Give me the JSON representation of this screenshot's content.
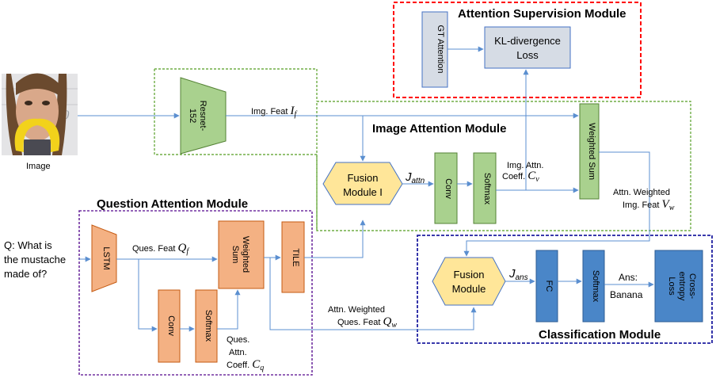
{
  "modules": {
    "attention_supervision": "Attention Supervision Module",
    "image_attention": "Image Attention Module",
    "question_attention": "Question Attention Module",
    "classification": "Classification Module"
  },
  "blocks": {
    "gt_attention": "GT Attention",
    "kl_line1": "KL-divergence",
    "kl_line2": "Loss",
    "resnet_line1": "Resnet-",
    "resnet_line2": "152",
    "fusion1_line1": "Fusion",
    "fusion1_line2": "Module I",
    "conv_img": "Conv",
    "softmax_img": "Softmax",
    "weighted_sum_img": "Weighted Sum",
    "lstm": "LSTM",
    "weighted_sum_q_line1": "Weighted",
    "weighted_sum_q_line2": "Sum",
    "tile": "TILE",
    "conv_q": "Conv",
    "softmax_q": "Softmax",
    "fusion2_line1": "Fusion",
    "fusion2_line2": "Module",
    "fc": "FC",
    "softmax_cls": "Softmax",
    "ce_line1": "Cross-",
    "ce_line2": "entropy",
    "ce_line3": "Loss"
  },
  "labels": {
    "image_caption": "Image",
    "question_line1": "Q: What is",
    "question_line2": "the mustache",
    "question_line3": "made of?",
    "img_feat_text": "Img.  Feat ",
    "img_feat_sym": "I",
    "img_feat_sub": "f",
    "j_attn_sym": "J",
    "j_attn_sub": "attn",
    "img_attn_coeff_line1": "Img. Attn.",
    "img_attn_coeff_line2": "Coeff. ",
    "img_attn_coeff_sym": "C",
    "img_attn_coeff_sub": "v",
    "attn_weighted_img_line1": "Attn. Weighted",
    "attn_weighted_img_line2": "Img.  Feat ",
    "attn_weighted_img_sym": "V",
    "attn_weighted_img_sub": "w",
    "ques_feat_text": "Ques.  Feat ",
    "ques_feat_sym": "Q",
    "ques_feat_sub": "f",
    "ques_attn_coeff_line1": "Ques.",
    "ques_attn_coeff_line2": "Attn.",
    "ques_attn_coeff_line3": "Coeff. ",
    "ques_attn_coeff_sym": "C",
    "ques_attn_coeff_sub": "q",
    "attn_weighted_q_line1": "Attn. Weighted",
    "attn_weighted_q_line2": "Ques.  Feat ",
    "attn_weighted_q_sym": "Q",
    "attn_weighted_q_sub": "w",
    "j_ans_sym": "J",
    "j_ans_sub": "ans",
    "ans_line1": "Ans:",
    "ans_line2": "Banana"
  },
  "colors": {
    "green_fill": "#a9d18e",
    "green_stroke": "#548235",
    "orange_fill": "#f4b183",
    "orange_stroke": "#c55a11",
    "grey_fill": "#d6dce5",
    "grey_stroke": "#4472c4",
    "yellow_fill": "#ffe699",
    "blue_fill": "#4a86c8",
    "arrow": "#5b8fd0",
    "red_border": "#ff0000",
    "green_border": "#70ad47",
    "purple_border": "#7030a0",
    "navy_border": "#1f1fa0"
  }
}
